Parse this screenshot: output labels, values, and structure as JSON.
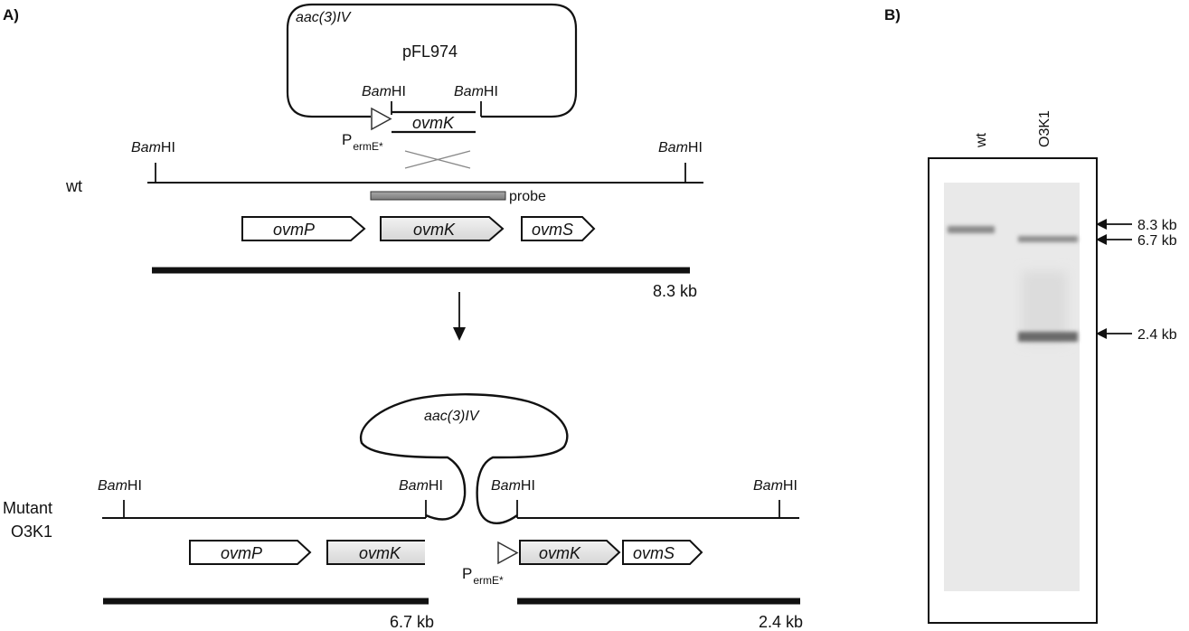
{
  "panels": {
    "a": {
      "label": "A)"
    },
    "b": {
      "label": "B)"
    }
  },
  "plasmid": {
    "name": "pFL974",
    "resistance": "aac(3)IV",
    "bam_left": {
      "italic": "Bam",
      "rest": "HI"
    },
    "bam_right": {
      "italic": "Bam",
      "rest": "HI"
    },
    "gene": "ovmK",
    "promoter": {
      "main": "P",
      "sub": "ermE*"
    }
  },
  "wt": {
    "label": "wt",
    "bam_left": {
      "italic": "Bam",
      "rest": "HI"
    },
    "bam_right": {
      "italic": "Bam",
      "rest": "HI"
    },
    "probe_label": "probe",
    "genes": [
      "ovmP",
      "ovmK",
      "ovmS"
    ],
    "fragment": "8.3 kb"
  },
  "mutant": {
    "label_line1": "Mutant",
    "label_line2": "O3K1",
    "resistance": "aac(3)IV",
    "bam1": {
      "italic": "Bam",
      "rest": "HI"
    },
    "bam2": {
      "italic": "Bam",
      "rest": "HI"
    },
    "bam3": {
      "italic": "Bam",
      "rest": "HI"
    },
    "bam4": {
      "italic": "Bam",
      "rest": "HI"
    },
    "genes_left": [
      "ovmP",
      "ovmK"
    ],
    "genes_right": [
      "ovmK",
      "ovmS"
    ],
    "promoter": {
      "main": "P",
      "sub": "ermE*"
    },
    "fragment_left": "6.7 kb",
    "fragment_right": "2.4 kb"
  },
  "blot": {
    "lanes": [
      "wt",
      "O3K1"
    ],
    "markers": [
      "8.3 kb",
      "6.7 kb",
      "2.4 kb"
    ],
    "bands": [
      {
        "lane": "wt",
        "size": "8.3 kb"
      },
      {
        "lane": "O3K1",
        "size": "6.7 kb"
      },
      {
        "lane": "O3K1",
        "size": "2.4 kb"
      }
    ]
  }
}
